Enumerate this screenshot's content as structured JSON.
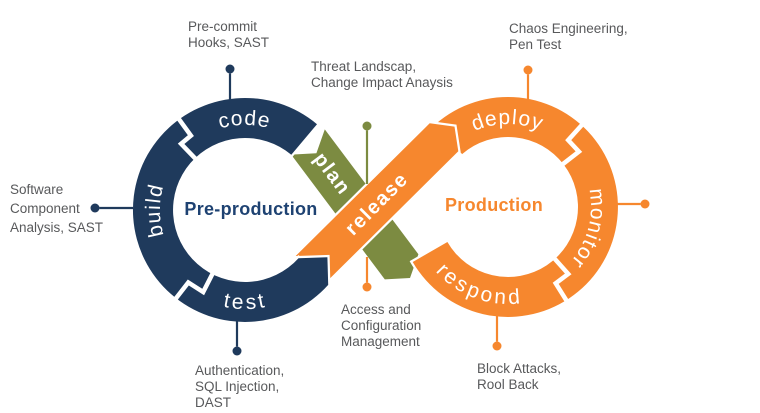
{
  "colors": {
    "navy": "#1F3A5C",
    "orange": "#F6872E",
    "olive": "#7C8B41",
    "callout_text_gray": "#58595B",
    "label_white": "#FFFFFF"
  },
  "left_loop": {
    "title": "Pre-production",
    "stages": {
      "code": "code",
      "build": "build",
      "test": "test"
    }
  },
  "right_loop": {
    "title": "Production",
    "stages": {
      "deploy": "deploy",
      "monitor": "monitor",
      "respond": "respond"
    }
  },
  "bands": {
    "plan": "plan",
    "release": "release"
  },
  "callouts": {
    "pre_commit": {
      "lines": [
        "Pre-commit",
        "Hooks, SAST"
      ]
    },
    "threat_landscape": {
      "lines": [
        "Threat Landscap,",
        "Change Impact Anaysis"
      ]
    },
    "chaos_engineering": {
      "lines": [
        "Chaos Engineering,",
        "Pen Test"
      ]
    },
    "software_component": {
      "lines": [
        "Software",
        "Component",
        "Analysis, SAST"
      ]
    },
    "authentication": {
      "lines": [
        "Authentication,",
        "SQL Injection,",
        "DAST"
      ]
    },
    "access_config": {
      "lines": [
        "Access and",
        "Configuration",
        "Management"
      ]
    },
    "block_attacks": {
      "lines": [
        "Block Attacks,",
        "Rool Back"
      ]
    }
  }
}
